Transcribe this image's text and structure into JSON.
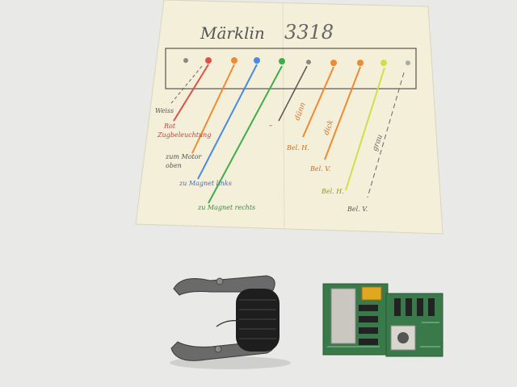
{
  "paper": {
    "title_name": "Märklin",
    "title_number": "3318",
    "labels": {
      "weiss": "Weiss",
      "rot": "Rot",
      "zugbeleuchtung": "Zugbeleuchtung",
      "zum_motor": "zum Motor",
      "oben": "oben",
      "zum_magnet_links": "zu Magnet links",
      "zum_magnet_rechts": "zu Magnet rechts",
      "duenn": "dünn",
      "dick": "dick",
      "grau": "grau",
      "bel_h_1": "Bel. H.",
      "bel_v_1": "Bel. V.",
      "bel_h_2": "Bel. H.",
      "bel_v_2": "Bel. V.",
      "dash": "–"
    }
  },
  "objects": {
    "coupler_coil": "uncoupler electromagnet coil",
    "circuit_board": "decoder circuit board"
  },
  "colors": {
    "background": "#e9e9e7",
    "paper": "#f3efd9",
    "ink": "#4a4a52",
    "wire_red": "#e0504a",
    "wire_orange": "#f08a30",
    "wire_blue": "#4a8ae0",
    "wire_green": "#3fae4a",
    "wire_dark": "#555555",
    "wire_yellow": "#cde04a",
    "pcb_green": "#3a7a4a",
    "coil_black": "#1e1e1e",
    "metal": "#6a6a6a"
  }
}
